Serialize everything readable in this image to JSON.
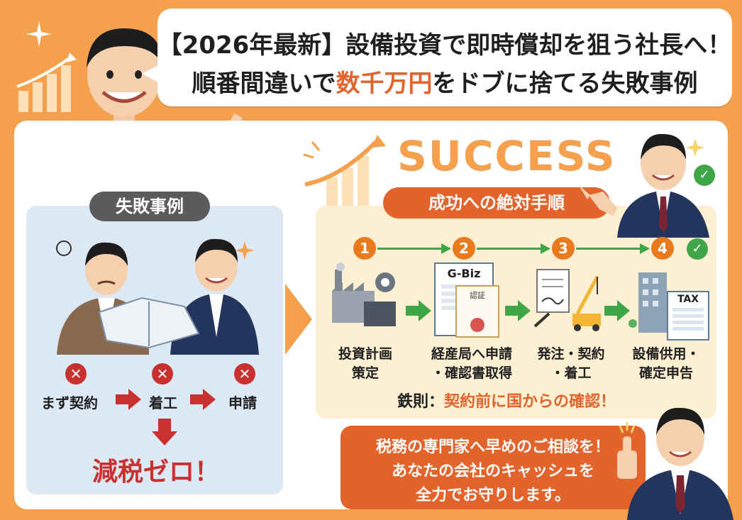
{
  "header": {
    "line1": "【2026年最新】設備投資で即時償却を狙う社長へ！",
    "line2_pre": "順番間違いで",
    "line2_highlight": "数千万円",
    "line2_post": "をドブに捨てる失敗事例"
  },
  "failure": {
    "badge": "失敗事例",
    "steps": [
      "まず契約",
      "着工",
      "申請"
    ],
    "result": "減税ゼロ！"
  },
  "success": {
    "heading": "SUCCESS",
    "badge": "成功への絶対手順",
    "steps": [
      {
        "num": "1",
        "line1": "投資計画",
        "line2": "策定"
      },
      {
        "num": "2",
        "line1": "経産局へ申請",
        "line2": "・確認書取得"
      },
      {
        "num": "3",
        "line1": "発注・契約",
        "line2": "・着工"
      },
      {
        "num": "4",
        "line1": "設備供用・",
        "line2": "確定申告"
      }
    ],
    "doc_labels": {
      "gbiz": "G-Biz",
      "cert": "認証",
      "tax": "TAX"
    },
    "rule_prefix": "鉄則：",
    "rule_highlight": "契約前に国からの確認！"
  },
  "consult": {
    "line1": "税務の専門家へ早めのご相談を！",
    "line2": "あなたの会社のキャッシュを",
    "line3": "全力でお守りします。"
  },
  "colors": {
    "accent": "#e2632b",
    "bg": "#f4a04c",
    "success_green": "#3fa648",
    "fail_red": "#c93030"
  },
  "icons": {
    "fail_mark": "x-circle-icon",
    "ok_mark": "check-circle-icon"
  }
}
